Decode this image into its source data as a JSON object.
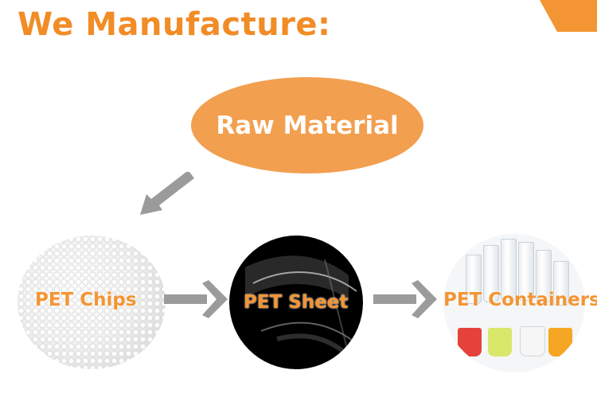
{
  "header": {
    "title": "We Manufacture:"
  },
  "nodes": {
    "raw_material": "Raw Material",
    "pet_chips": "PET Chips",
    "pet_sheet": "PET Sheet",
    "pet_containers": "PET Containers"
  },
  "colors": {
    "accent": "#f39533",
    "raw_fill": "#f29f4f",
    "arrow": "#9b9b9b"
  }
}
